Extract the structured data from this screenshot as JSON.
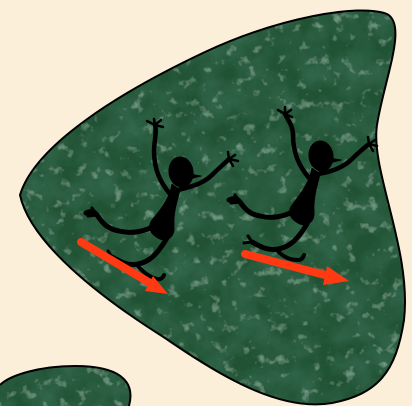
{
  "scene": {
    "background_color": "#fbefd9",
    "blob_colors": {
      "base": "#2f6a45",
      "dark": "#173f27",
      "light": "#5f9a74",
      "outline": "#000000"
    },
    "figures": [
      {
        "name": "stick-figure-left",
        "silhouette_color": "#000000",
        "arrow_color": "#ff3a12",
        "direction": "down-right"
      },
      {
        "name": "stick-figure-right",
        "silhouette_color": "#000000",
        "arrow_color": "#ff3a12",
        "direction": "right"
      }
    ],
    "secondary_blob": {
      "present": true,
      "position": "bottom-left"
    }
  }
}
